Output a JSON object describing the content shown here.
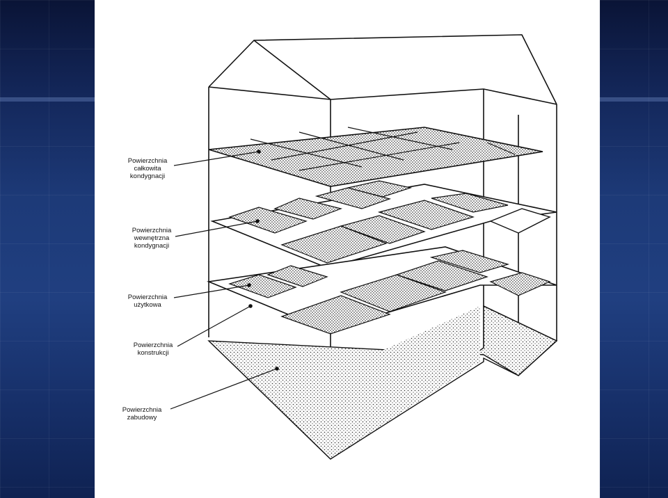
{
  "labels": {
    "total_area": "Powierzchnia\ncałkowita\nkondygnacji",
    "internal_area": "Powierzchnia\nwewnętrzna\nkondygnacji",
    "usable_area": "Powierzchnia\nużytkowa",
    "construction_area": "Powierzchnia\nkonstrukcji",
    "built_area": "Powierzchnia\nzabudowy"
  },
  "colors": {
    "background_dark": "#0d1a3a",
    "slide": "#ffffff",
    "line": "#111111"
  }
}
